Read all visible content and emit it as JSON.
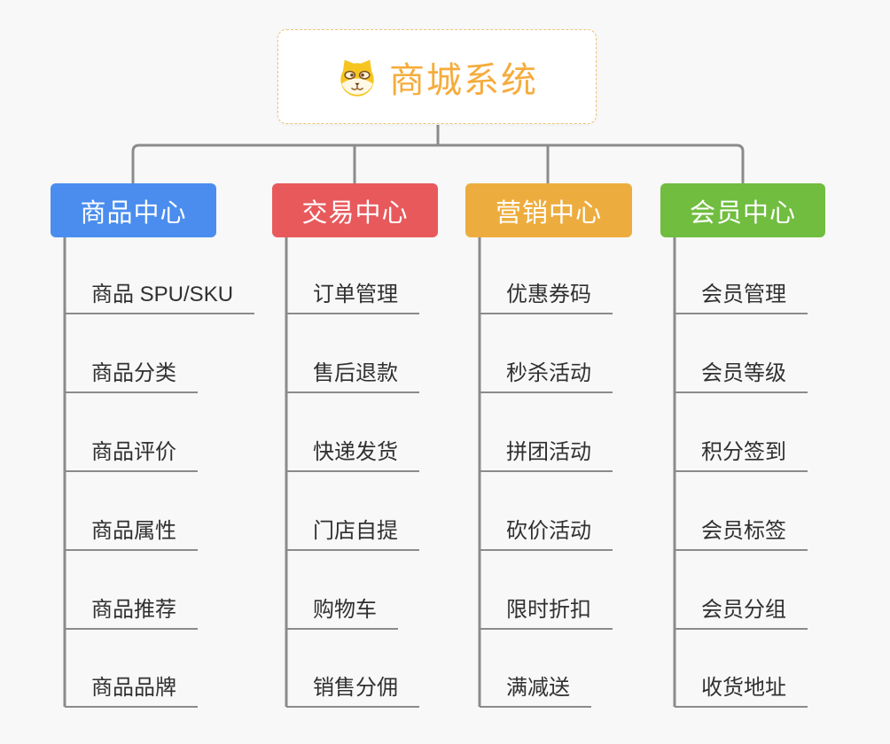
{
  "root": {
    "title": "商城系统",
    "icon": "shiba-dog-icon"
  },
  "branches": [
    {
      "id": "product-center",
      "label": "商品中心",
      "color": "#4A8DEE",
      "children": [
        "商品 SPU/SKU",
        "商品分类",
        "商品评价",
        "商品属性",
        "商品推荐",
        "商品品牌"
      ]
    },
    {
      "id": "trade-center",
      "label": "交易中心",
      "color": "#E8595C",
      "children": [
        "订单管理",
        "售后退款",
        "快递发货",
        "门店自提",
        "购物车",
        "销售分佣"
      ]
    },
    {
      "id": "marketing-center",
      "label": "营销中心",
      "color": "#EDAD3E",
      "children": [
        "优惠券码",
        "秒杀活动",
        "拼团活动",
        "砍价活动",
        "限时折扣",
        "满减送"
      ]
    },
    {
      "id": "member-center",
      "label": "会员中心",
      "color": "#70BD40",
      "children": [
        "会员管理",
        "会员等级",
        "积分签到",
        "会员标签",
        "会员分组",
        "收货地址"
      ]
    }
  ],
  "colors": {
    "canvas_background": "#F8F8F8",
    "connector_line": "#8B8B8B",
    "root_text": "#F5AC3C",
    "root_border": "#EDC478",
    "leaf_text": "#303030"
  }
}
